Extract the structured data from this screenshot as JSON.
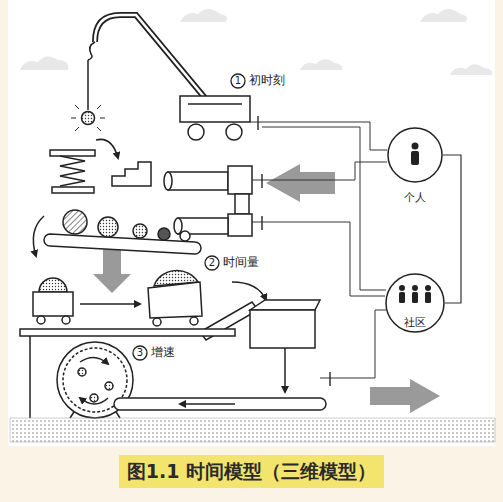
{
  "diagram": {
    "caption": "图1.1 时间模型（三维模型）",
    "nodes": [
      {
        "text": [
          "个人"
        ]
      },
      {
        "text": [
          "社区"
        ]
      }
    ],
    "edges": [
      {
        "from": 0,
        "to": 1,
        "arrow": "none"
      }
    ],
    "labels": [
      "1",
      "初时刻",
      "2",
      "时间量",
      "3",
      "增速"
    ]
  }
}
